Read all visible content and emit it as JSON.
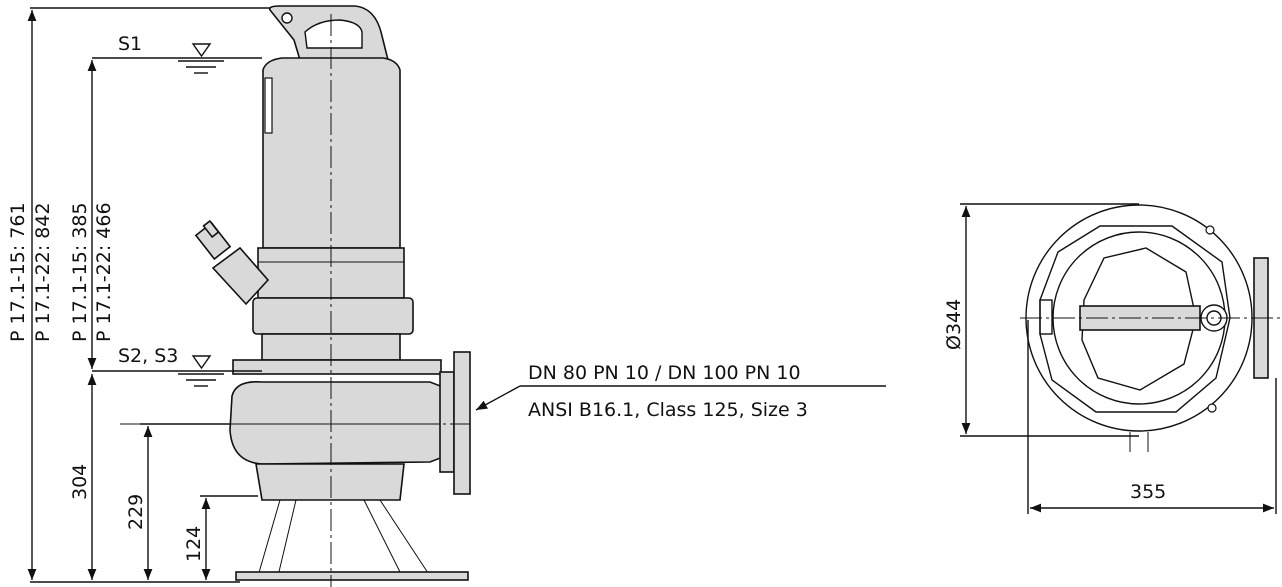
{
  "side_view": {
    "level_top": "S1",
    "level_bottom": "S2, S3",
    "dim_total_15": "P 17.1-15: 761",
    "dim_total_22": "P 17.1-22: 842",
    "dim_motor_15": "P 17.1-15: 385",
    "dim_motor_22": "P 17.1-22: 466",
    "dim_304": "304",
    "dim_229": "229",
    "dim_124": "124"
  },
  "flange": {
    "line1": "DN 80 PN 10 / DN 100 PN 10",
    "line2": "ANSI B16.1, Class 125, Size 3"
  },
  "top_view": {
    "dim_diameter": "Ø344",
    "dim_width": "355"
  }
}
